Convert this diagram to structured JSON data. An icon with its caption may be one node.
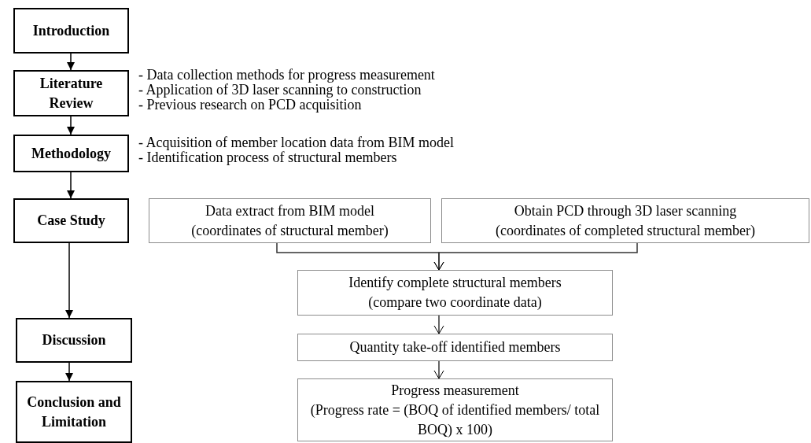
{
  "diagram": {
    "nodes": [
      {
        "text": [
          "Introduction"
        ]
      },
      {
        "text": [
          "Literature Review"
        ],
        "beside": [
          "- Data collection methods for progress measurement",
          "- Application of 3D laser scanning to construction",
          "- Previous research on PCD acquisition"
        ]
      },
      {
        "text": [
          "Methodology"
        ],
        "beside": [
          "- Acquisition of member location data from BIM model",
          "- Identification process of structural members"
        ]
      },
      {
        "text": [
          "Case Study"
        ]
      },
      {
        "text": [
          "Discussion"
        ]
      },
      {
        "text": [
          "Conclusion and Limitation"
        ]
      },
      {
        "text": [
          "Data extract from BIM model",
          "(coordinates of structural member)"
        ]
      },
      {
        "text": [
          "Obtain PCD through 3D laser scanning",
          "(coordinates of completed structural member)"
        ]
      },
      {
        "text": [
          "Identify complete structural members",
          "(compare two coordinate data)"
        ]
      },
      {
        "text": [
          "Quantity take-off identified members"
        ]
      },
      {
        "text": [
          "Progress measurement",
          "(Progress rate = (BOQ of identified members/ total BOQ) x 100)"
        ]
      }
    ],
    "edges": [
      {
        "from": 0,
        "to": 1,
        "arrow": "to"
      },
      {
        "from": 1,
        "to": 2,
        "arrow": "to"
      },
      {
        "from": 2,
        "to": 3,
        "arrow": "to"
      },
      {
        "from": 3,
        "to": 4,
        "arrow": "to"
      },
      {
        "from": 4,
        "to": 5,
        "arrow": "to"
      },
      {
        "from": 6,
        "to": 8,
        "arrow": "to"
      },
      {
        "from": 7,
        "to": 8,
        "arrow": "to"
      },
      {
        "from": 8,
        "to": 9,
        "arrow": "to"
      },
      {
        "from": 9,
        "to": 10,
        "arrow": "to"
      }
    ]
  }
}
